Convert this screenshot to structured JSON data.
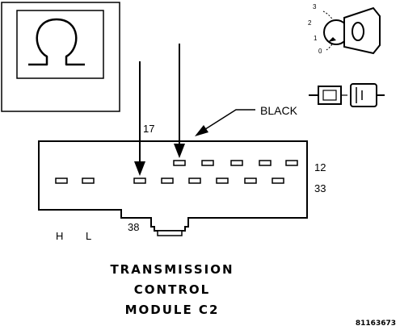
{
  "labels": {
    "wire_color": "BLACK",
    "pin_17": "17",
    "pin_12": "12",
    "pin_33": "33",
    "pin_38": "38",
    "meter_high": "H",
    "meter_low": "L"
  },
  "ignition_positions": [
    "3",
    "2",
    "1",
    "0"
  ],
  "title_lines": [
    "TRANSMISSION",
    "CONTROL",
    "MODULE C2"
  ],
  "figure_ref": "81163673",
  "icons": {
    "meter": "ohmmeter-omega-icon",
    "ignition": "ignition-key-off-icon",
    "connector": "disconnected-connector-icon"
  },
  "colors": {
    "ink": "#000000",
    "background": "#ffffff"
  }
}
